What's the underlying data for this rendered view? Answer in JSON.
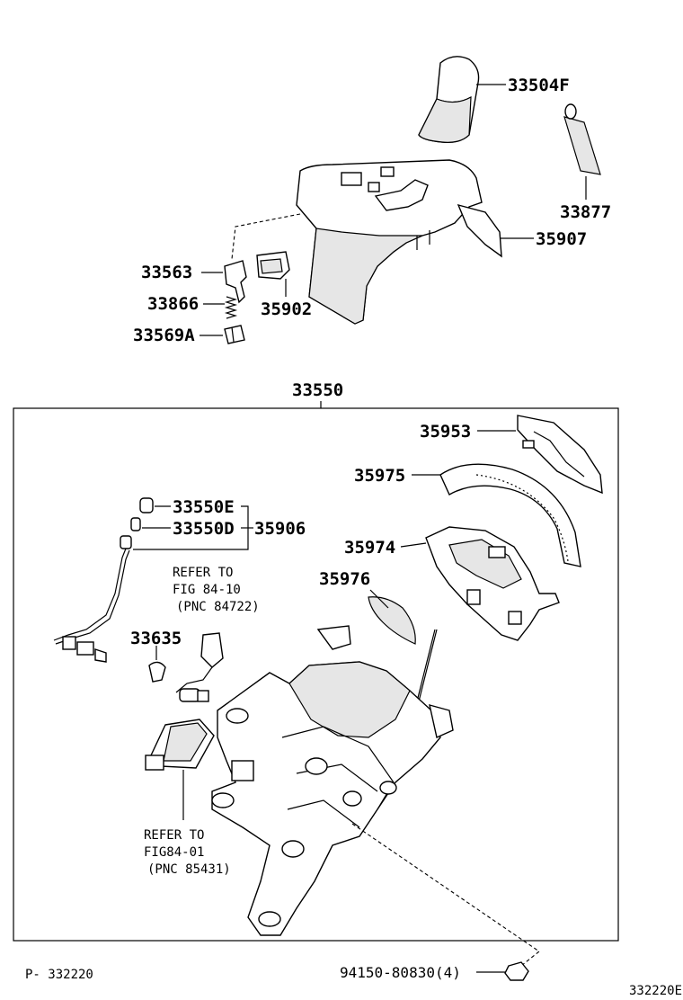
{
  "parts": {
    "p33504F": "33504F",
    "p33877": "33877",
    "p35907": "35907",
    "p33563": "33563",
    "p33866": "33866",
    "p35902": "35902",
    "p33569A": "33569A",
    "p33550": "33550",
    "p35953": "35953",
    "p35975": "35975",
    "p33550E": "33550E",
    "p33550D": "33550D",
    "p35906": "35906",
    "p35974": "35974",
    "p35976": "35976",
    "p33635": "33635",
    "p94150": "94150-80830(4)"
  },
  "notes": {
    "refer1": [
      "REFER TO",
      "FIG 84-10",
      "(PNC 84722)"
    ],
    "refer2": [
      "REFER TO",
      "FIG84-01",
      "(PNC 85431)"
    ]
  },
  "footer": {
    "page_ref": "P- 332220",
    "figure_id": "332220E"
  },
  "icons": {
    "knob": "shift-knob-icon",
    "plate": "indicator-plate-icon",
    "lever": "shift-lever-assembly-icon"
  }
}
